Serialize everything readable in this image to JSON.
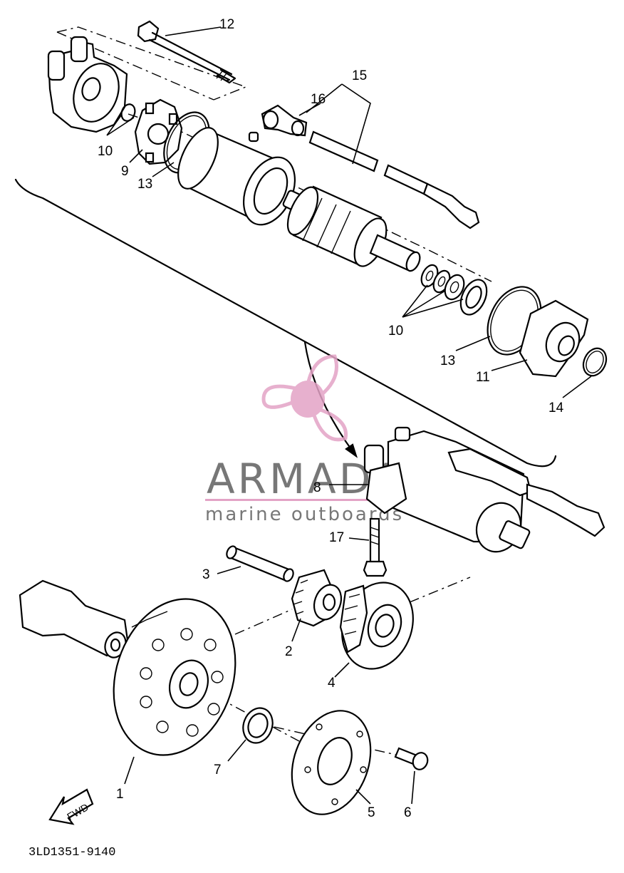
{
  "watermark": {
    "brand": "ARMADA",
    "tagline": "marine outboards",
    "logo_color": "#e3a3c6",
    "text_color": "#777777"
  },
  "callouts": {
    "c1": "1",
    "c2": "2",
    "c3": "3",
    "c4": "4",
    "c5": "5",
    "c6": "6",
    "c7": "7",
    "c8": "8",
    "c9": "9",
    "c10a": "10",
    "c10b": "10",
    "c11": "11",
    "c12": "12",
    "c13a": "13",
    "c13b": "13",
    "c14": "14",
    "c15": "15",
    "c16": "16",
    "c17": "17"
  },
  "fwd_label": "FWD",
  "diagram_code": "3LD1351-9140"
}
